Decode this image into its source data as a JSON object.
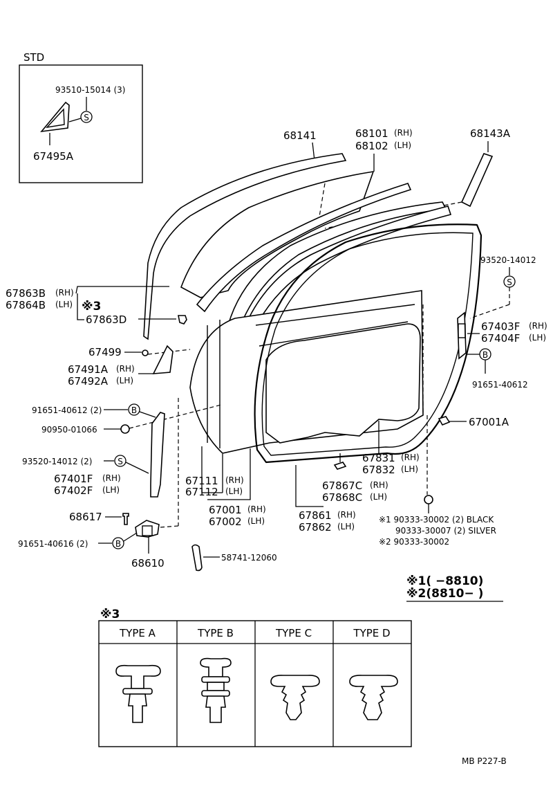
{
  "std_box": {
    "title": "STD",
    "bolt": "93510-15014 (3)",
    "part": "67495A",
    "screw_mark": "S"
  },
  "labels": {
    "p68141": "68141",
    "p68101": "68101",
    "p68102": "68102",
    "p68143a": "68143A",
    "p67863b": "67863B",
    "p67864b": "67864B",
    "p67863d": "67863D",
    "mark3": "※3",
    "p93520_top": "93520-14012",
    "p67403f": "67403F",
    "p67404f": "67404F",
    "p91651_right": "91651-40612",
    "p67499": "67499",
    "p67491a": "67491A",
    "p67492a": "67492A",
    "p91651_left": "91651-40612 (2)",
    "p90950": "90950-01066",
    "p67001a": "67001A",
    "p93520_left": "93520-14012 (2)",
    "p67401f": "67401F",
    "p67402f": "67402F",
    "p67111": "67111",
    "p67112": "67112",
    "p67831": "67831",
    "p67832": "67832",
    "p67867c": "67867C",
    "p67868c": "67868C",
    "p67001": "67001",
    "p67002": "67002",
    "p67861": "67861",
    "p67862": "67862",
    "p68617": "68617",
    "p91651_40616": "91651-40616 (2)",
    "p68610": "68610",
    "p58741": "58741-12060",
    "note1": "※1 90333-30002 (2) BLACK",
    "note1b": "90333-30007 (2) SILVER",
    "note2": "※2 90333-30002"
  },
  "side_tags": {
    "rh": "(RH)",
    "lh": "(LH)"
  },
  "circle_marks": {
    "s": "S",
    "b": "B"
  },
  "legend": {
    "line1": "※1(      −8810)",
    "line2": "※2(8810−      )"
  },
  "types_table": {
    "heading": "※3",
    "headers": [
      "TYPE  A",
      "TYPE  B",
      "TYPE  C",
      "TYPE  D"
    ]
  },
  "footer": {
    "ref": "MB  P227-B"
  }
}
